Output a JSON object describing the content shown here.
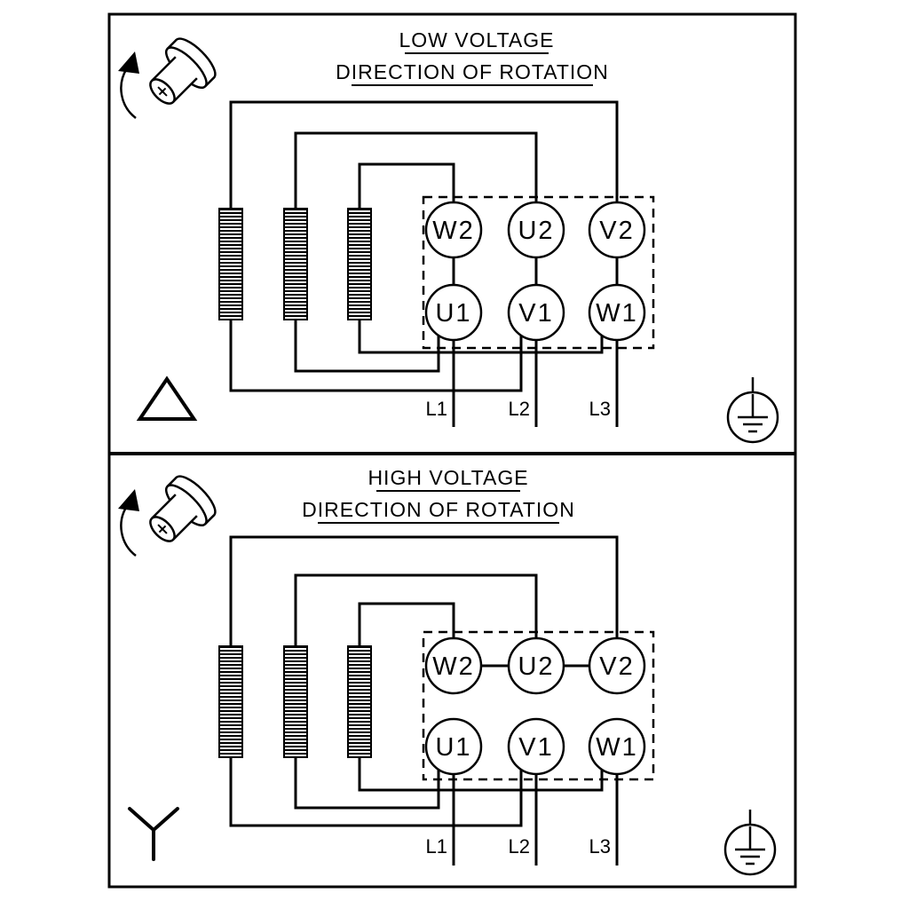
{
  "colors": {
    "line": "#000000",
    "background": "#ffffff"
  },
  "sections": [
    {
      "title": "LOW VOLTAGE",
      "subtitle": "DIRECTION OF ROTATION",
      "connection_symbol": "delta",
      "terminals_top": [
        "W2",
        "U2",
        "V2"
      ],
      "terminals_bottom": [
        "U1",
        "V1",
        "W1"
      ],
      "supply_lines": [
        "L1",
        "L2",
        "L3"
      ]
    },
    {
      "title": "HIGH VOLTAGE",
      "subtitle": "DIRECTION OF ROTATION",
      "connection_symbol": "star",
      "terminals_top": [
        "W2",
        "U2",
        "V2"
      ],
      "terminals_bottom": [
        "U1",
        "V1",
        "W1"
      ],
      "supply_lines": [
        "L1",
        "L2",
        "L3"
      ]
    }
  ]
}
